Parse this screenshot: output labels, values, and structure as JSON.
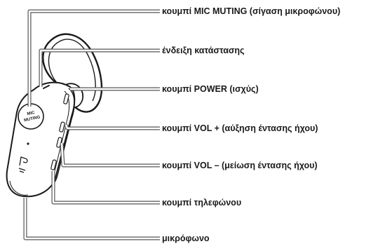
{
  "device": {
    "mic_label_line1": "MIC",
    "mic_label_line2": "MUTING"
  },
  "callouts": [
    {
      "id": "mic-muting",
      "label": "κουμπί MIC MUTING (σίγαση μικροφώνου)"
    },
    {
      "id": "status-indicator",
      "label": "ένδειξη κατάστασης"
    },
    {
      "id": "power",
      "label": "κουμπί POWER (ισχύς)"
    },
    {
      "id": "vol-up",
      "label": "κουμπί VOL + (αύξηση έντασης ήχου)"
    },
    {
      "id": "vol-down",
      "label": "κουμπί VOL – (μείωση έντασης ήχου)"
    },
    {
      "id": "phone",
      "label": "κουμπί τηλεφώνου"
    },
    {
      "id": "microphone",
      "label": "μικρόφωνο"
    }
  ],
  "colors": {
    "outline": "#1a1a1a",
    "leader_line": "#555555",
    "leader_fill": "#ffffff"
  }
}
